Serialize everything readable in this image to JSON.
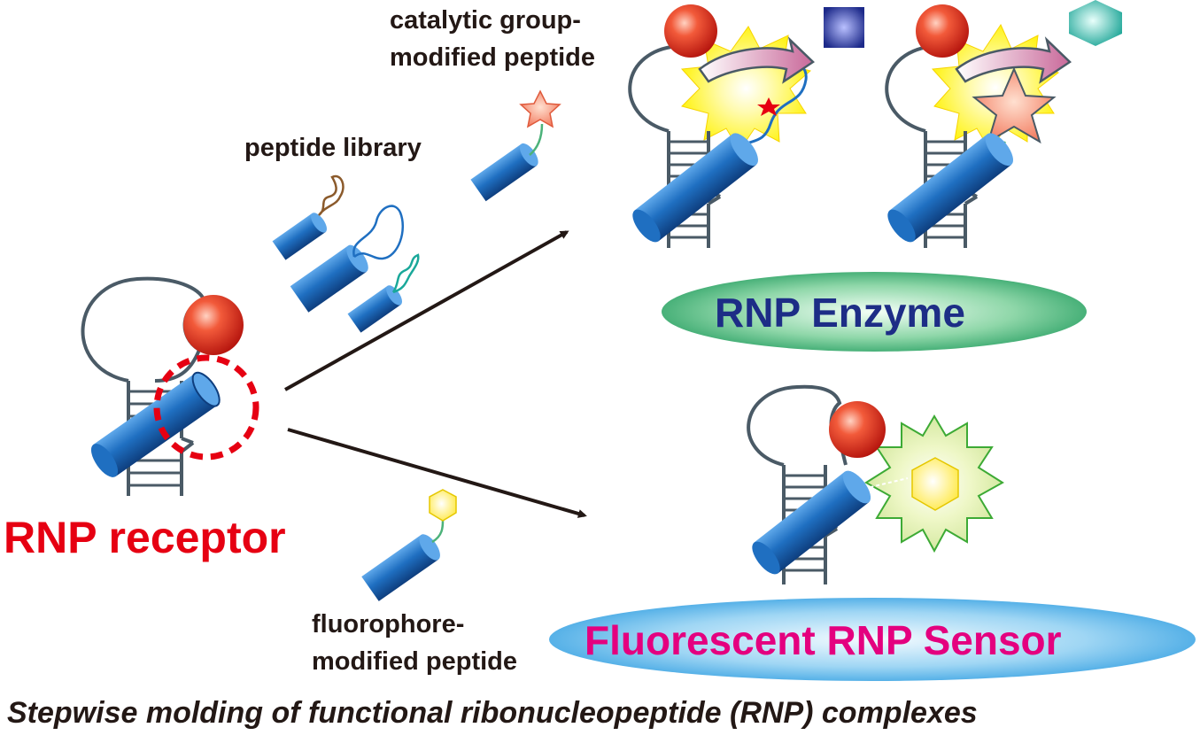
{
  "labels": {
    "catalytic_line1": "catalytic group-",
    "catalytic_line2": "modified peptide",
    "peptide_library": "peptide library",
    "rnp_receptor": "RNP receptor",
    "fluorophore_line1": "fluorophore-",
    "fluorophore_line2": "modified peptide",
    "rnp_enzyme": "RNP Enzyme",
    "fluorescent_sensor": "Fluorescent RNP Sensor",
    "caption": "Stepwise molding of functional ribonucleopeptide (RNP) complexes"
  },
  "colors": {
    "rna_outline": "#4a5a66",
    "rod_blue": "#1f6fc1",
    "ball_red": "#e8281c",
    "red_label": "#e60012",
    "enzyme_text": "#1d2d86",
    "sensor_text": "#e4007f",
    "enzyme_pill": "#29a56b",
    "sensor_pill": "#3aa8e6",
    "burst_yellow": "#fff200",
    "burst_green": "#3daa35"
  }
}
